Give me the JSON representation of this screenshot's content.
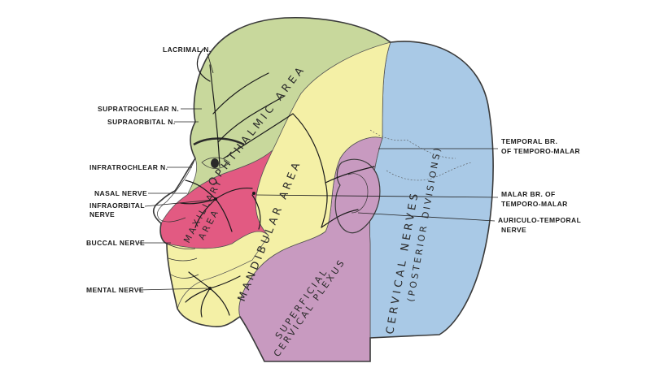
{
  "colors": {
    "ophthalmic": "#c8d89c",
    "mandibular": "#f4f0a6",
    "maxillary": "#e25a82",
    "cervical_posterior": "#a9c9e6",
    "superficial_cervical": "#c89ac0"
  },
  "left_labels": [
    {
      "key": "lacrimal",
      "text": "LACRIMAL N."
    },
    {
      "key": "supratrochlear",
      "text": "SUPRATROCHLEAR N."
    },
    {
      "key": "supraorbital",
      "text": "SUPRAORBITAL N."
    },
    {
      "key": "infratrochlear",
      "text": "INFRATROCHLEAR N."
    },
    {
      "key": "nasal",
      "text": "NASAL NERVE"
    },
    {
      "key": "infraorbital_1",
      "text": "INFRAORBITAL"
    },
    {
      "key": "infraorbital_2",
      "text": "NERVE"
    },
    {
      "key": "buccal",
      "text": "BUCCAL NERVE"
    },
    {
      "key": "mental",
      "text": "MENTAL NERVE"
    }
  ],
  "right_labels": [
    {
      "key": "temporal_1",
      "text": "TEMPORAL BR."
    },
    {
      "key": "temporal_2",
      "text": "OF TEMPORO-MALAR"
    },
    {
      "key": "malar_1",
      "text": "MALAR BR. OF"
    },
    {
      "key": "malar_2",
      "text": "TEMPORO-MALAR"
    },
    {
      "key": "auriculo_1",
      "text": "AURICULO-TEMPORAL"
    },
    {
      "key": "auriculo_2",
      "text": "NERVE"
    }
  ],
  "area_labels": {
    "ophthalmic": "OPHTHALMIC AREA",
    "mandibular": "MANDIBULAR AREA",
    "maxillary_1": "MAXILLARY",
    "maxillary_2": "AREA",
    "cervical": "CERVICAL NERVES",
    "posterior": "(POSTERIOR DIVISIONS)",
    "superficial_1": "SUPERFICIAL",
    "superficial_2": "CERVICAL PLEXUS"
  }
}
